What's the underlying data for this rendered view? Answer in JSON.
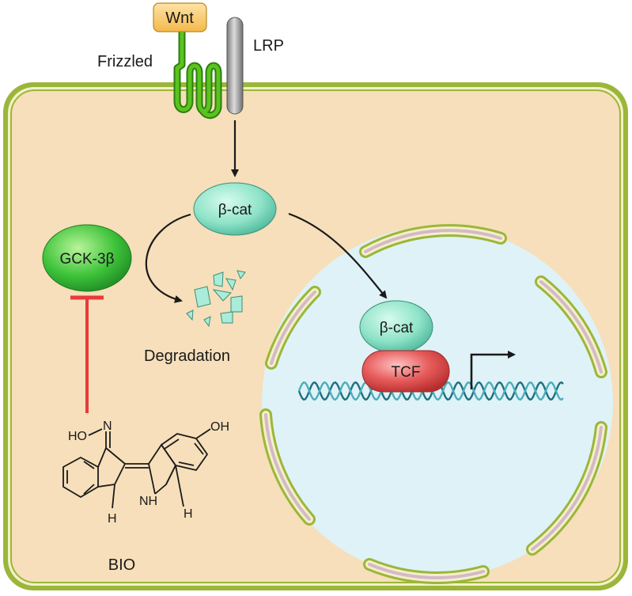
{
  "diagram": {
    "ligand": {
      "label": "Wnt"
    },
    "receptors": {
      "frizzled": "Frizzled",
      "lrp": "LRP"
    },
    "cytoplasm_beta_catenin": "β-cat",
    "kinase": "GCK-3β",
    "degradation_label": "Degradation",
    "nuclear_beta_catenin": "β-cat",
    "transcription_factor": "TCF",
    "compound": {
      "name": "BIO",
      "labels": {
        "ho": "HO",
        "n_imine": "N",
        "oh": "OH",
        "nh": "NH",
        "h_left": "H",
        "h_right": "H"
      }
    }
  },
  "colors": {
    "cell_fill": "#f6dfba",
    "membrane": "#9bb63a",
    "nucleus_fill": "#dff2f7",
    "nuclear_envelope_inner": "#d4b9c9",
    "wnt": "#f8c766",
    "frizzled": "#5ac41f",
    "lrp": "#a9a9a9",
    "beta_cat": "#8fe3c8",
    "gck3b": "#3ec33a",
    "tcf": "#e65a5a",
    "dna": "#2f8c9a",
    "inhibition": "#e83a3a",
    "arrows": "#1a1a1a"
  }
}
